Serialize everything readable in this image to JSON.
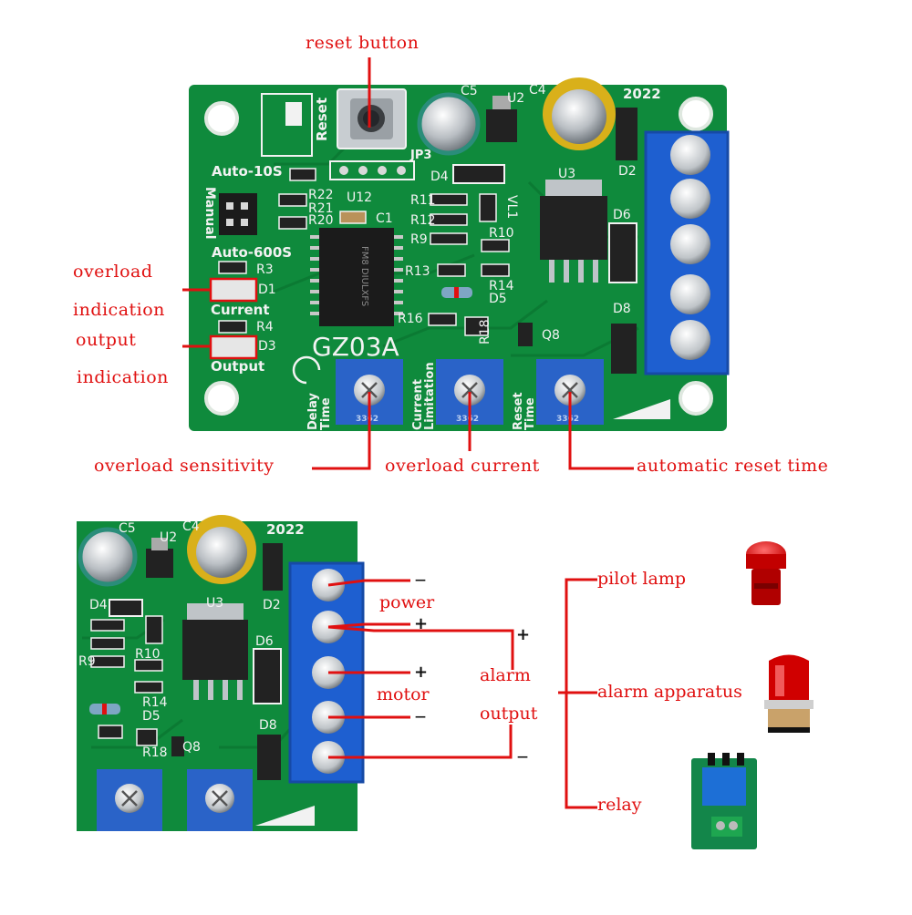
{
  "top": {
    "callouts": {
      "reset_button": "reset button",
      "overload_indication_1": "overload",
      "overload_indication_2": "indication",
      "output_indication_1": "output",
      "output_indication_2": "indication",
      "overload_sensitivity": "overload sensitivity",
      "overload_current": "overload current",
      "automatic_reset_time": "automatic reset time"
    },
    "board": {
      "reset": "Reset",
      "year": "2022",
      "model": "GZ03A",
      "jp3": "JP3",
      "auto_10s": "Auto-10S",
      "manual": "Manual",
      "auto_600s": "Auto-600S",
      "current": "Current",
      "output": "Output",
      "delay_time_1": "Delay",
      "delay_time_2": "Time",
      "current_limitation_1": "Current",
      "current_limitation_2": "Limitation",
      "reset_time_1": "Reset",
      "reset_time_2": "Time",
      "pot_code": "3362",
      "chip_text": "FM8 DIULXFS",
      "parts": [
        "C5",
        "U2",
        "C4",
        "D2",
        "D4",
        "U3",
        "D6",
        "D5",
        "D8",
        "Q8",
        "R3",
        "R4",
        "R9",
        "R10",
        "R11",
        "R12",
        "R13",
        "R14",
        "R16",
        "R18",
        "R20",
        "R21",
        "R22",
        "U12",
        "C1",
        "D1",
        "D3",
        "VL1"
      ]
    }
  },
  "bottom": {
    "power_label": "power",
    "motor_label": "motor",
    "alarm_label": "alarm",
    "output_label": "output",
    "signs": {
      "power_minus": "—",
      "power_plus": "+",
      "motor_plus": "+",
      "motor_minus": "—",
      "alarm_plus": "+",
      "alarm_minus": "—"
    },
    "devices": [
      "pilot lamp",
      "alarm apparatus",
      "relay"
    ],
    "board_year": "2022"
  },
  "colors": {
    "callout_red": "#e01010",
    "pcb_green": "#0f8a3c",
    "pcb_silk": "#f2f2f2",
    "terminal_blue": "#1e5fd0",
    "pot_blue": "#2a63c8"
  }
}
